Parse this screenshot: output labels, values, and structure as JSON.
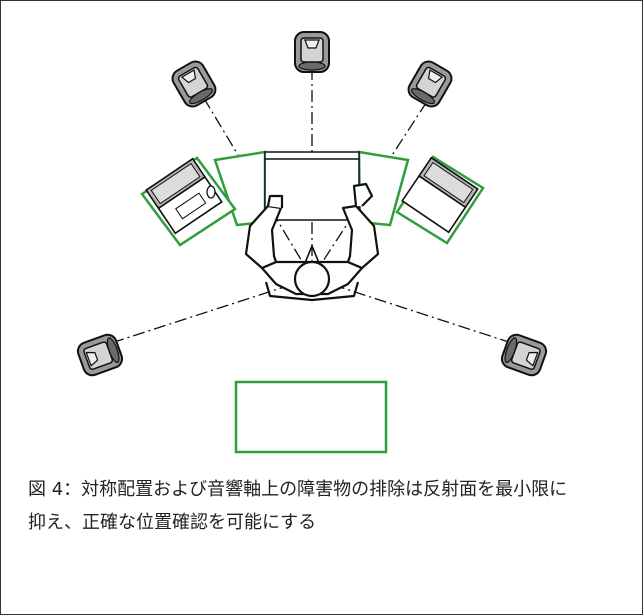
{
  "caption": {
    "line1": "図 4：対称配置および音響軸上の障害物の排除は反射面を最小限に",
    "line2": "抑え、正確な位置確認を可能にする"
  },
  "colors": {
    "stroke": "#111111",
    "speaker_fill": "#9a9a9a",
    "speaker_face": "#d4d4d4",
    "furniture_green": "#2e9e3f"
  },
  "icons": [
    "speaker-icon",
    "laptop-icon",
    "mouse-icon",
    "listener-figure"
  ]
}
